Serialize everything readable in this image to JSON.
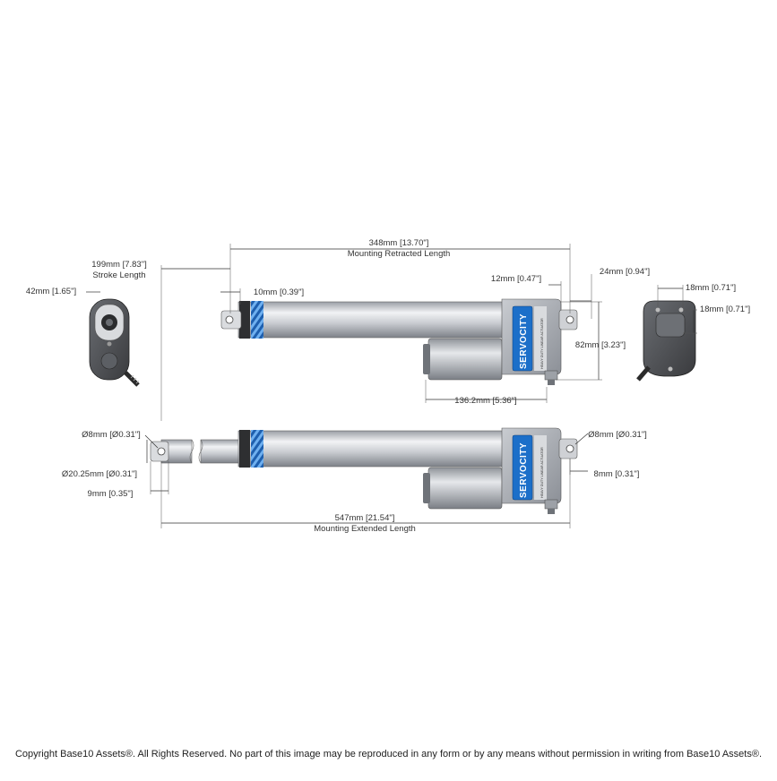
{
  "brand": {
    "logo_text": "SERVOCITY",
    "sub_text": "HEAVY DUTY LINEAR ACTUATOR"
  },
  "dimensions": {
    "retracted_length": "348mm [13.70\"]",
    "retracted_length_label": "Mounting Retracted Length",
    "stroke": "199mm [7.83\"]",
    "stroke_label": "Stroke Length",
    "end_width": "42mm [1.65\"]",
    "rod_eye_offset": "10mm [0.39\"]",
    "clevis_offset_12": "12mm [0.47\"]",
    "clevis_offset_24": "24mm [0.94\"]",
    "height": "82mm [3.23\"]",
    "motor_length": "136.2mm [5.36\"]",
    "end_18_h": "18mm [0.71\"]",
    "end_18_v": "18mm [0.71\"]",
    "hole_left": "Ø8mm [Ø0.31\"]",
    "rod_diameter": "Ø20.25mm [Ø0.31\"]",
    "rod_end_9": "9mm [0.35\"]",
    "hole_right": "Ø8mm [Ø0.31\"]",
    "clevis_8": "8mm [0.31\"]",
    "extended_length": "547mm [21.54\"]",
    "extended_length_label": "Mounting Extended Length"
  },
  "footer": {
    "copyright": "Copyright Base10 Assets®.  All Rights Reserved. No part of this image may be reproduced in any form or by any means without permission in writing from Base10 Assets®."
  },
  "colors": {
    "tube": "#c9ccd1",
    "housing": "#a9adb3",
    "accent_blue": "#2f7fd6",
    "dark": "#3a3a3a"
  }
}
